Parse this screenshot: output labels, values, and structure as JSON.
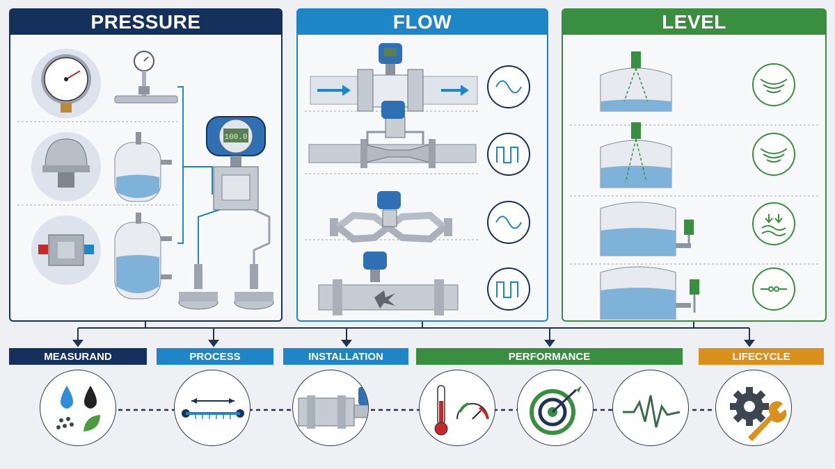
{
  "panels": {
    "pressure": {
      "title": "PRESSURE",
      "color": "#14305c"
    },
    "flow": {
      "title": "FLOW",
      "color": "#1e86c6"
    },
    "level": {
      "title": "LEVEL",
      "color": "#3a8e3f"
    }
  },
  "transmitter_display": "100.0",
  "categories": [
    {
      "label": "MEASURAND",
      "color": "#14305c"
    },
    {
      "label": "PROCESS",
      "color": "#1e86c6"
    },
    {
      "label": "INSTALLATION",
      "color": "#1e86c6"
    },
    {
      "label": "PERFORMANCE",
      "color": "#3a8e3f"
    },
    {
      "label": "LIFECYCLE",
      "color": "#d9901d"
    }
  ],
  "icons": {
    "measurand": "fluid-drops-icon",
    "process": "pipe-span-icon",
    "installation": "meter-mount-icon",
    "performance_1": "thermometer-gauge-icon",
    "performance_2": "target-accuracy-icon",
    "performance_3": "signal-wave-icon",
    "lifecycle": "gear-wrench-icon"
  }
}
